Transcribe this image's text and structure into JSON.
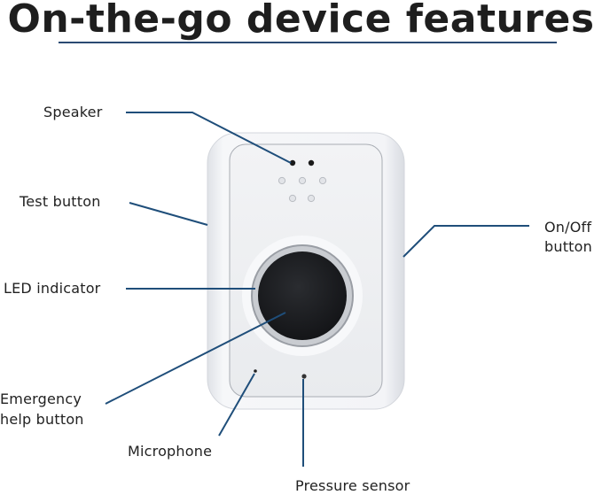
{
  "title": "On-the-go device features",
  "colors": {
    "accent_rule": "#2b4a72",
    "leader_line": "#1f4e7a",
    "device_body": "#eef0f3",
    "button_black": "#1a1b1e"
  },
  "labels": {
    "speaker": "Speaker",
    "test_button": "Test button",
    "led_indicator": "LED indicator",
    "emergency_line1": "Emergency",
    "emergency_line2": "help button",
    "microphone": "Microphone",
    "pressure_sensor": "Pressure sensor",
    "onoff_line1": "On/Off",
    "onoff_line2": "button"
  }
}
